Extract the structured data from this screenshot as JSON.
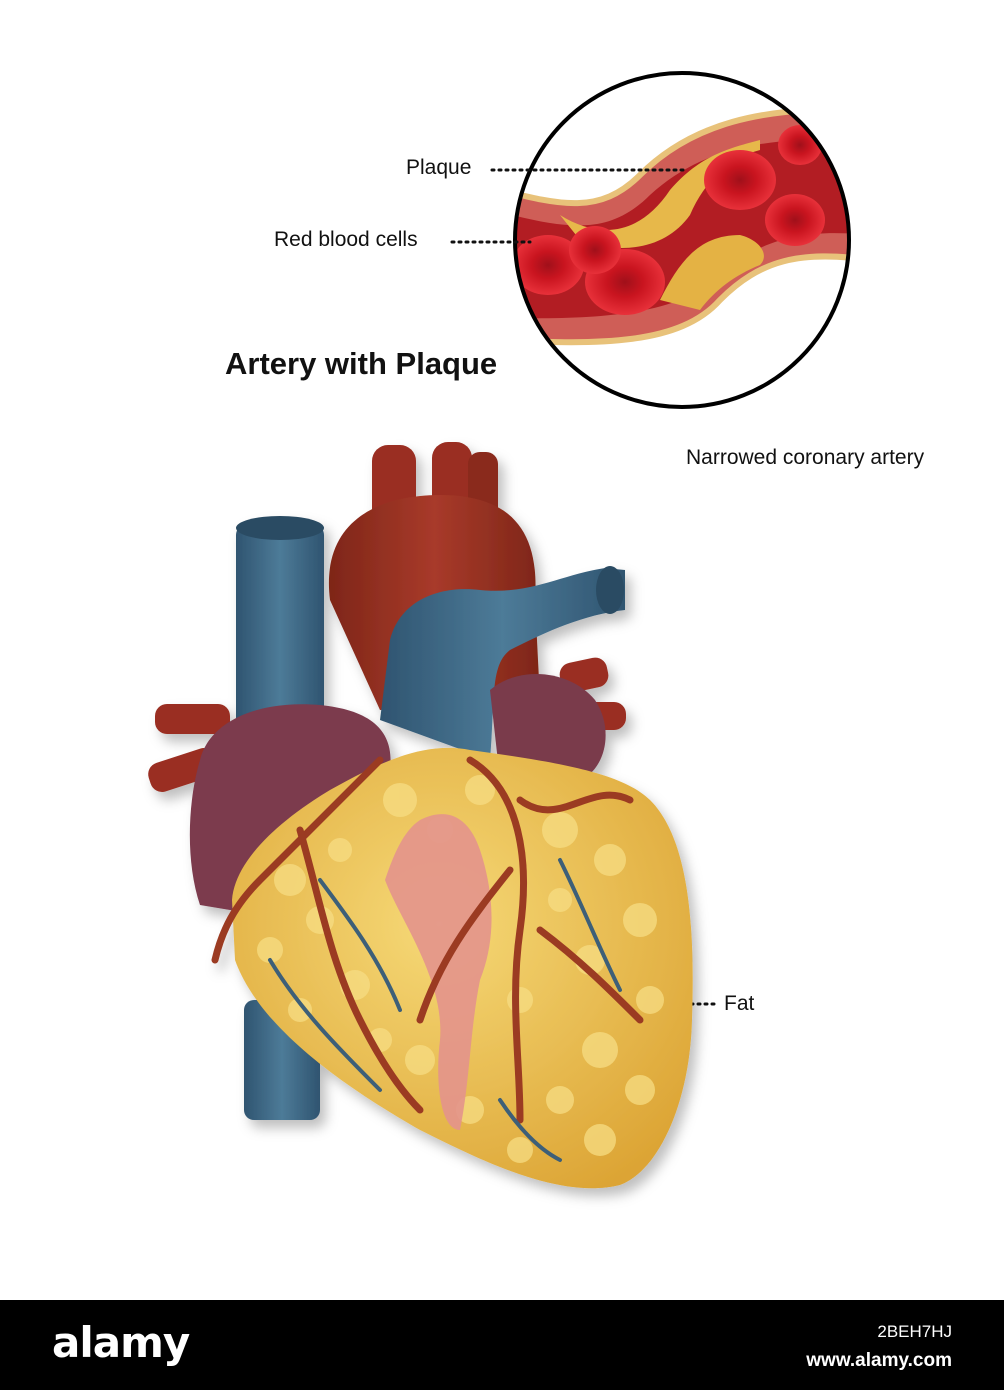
{
  "diagram": {
    "title": "Artery with Plaque",
    "labels": {
      "plaque": "Plaque",
      "red_blood_cells": "Red blood cells",
      "narrowed_artery": "Narrowed coronary artery",
      "fat": "Fat"
    }
  },
  "footer": {
    "logo": "alamy",
    "image_id": "2BEH7HJ",
    "site": "www.alamy.com"
  },
  "colors": {
    "artery_wall": "#c8524e",
    "plaque": "#e9b94a",
    "blood_cell": "#d81e2a",
    "vein_blue": "#3f6a86",
    "aorta_red": "#9c3123",
    "atrium_purple": "#7b3a4d",
    "fat_yellow": "#e8b43c",
    "coronary_vessel": "#9b3a22",
    "bar_black": "#000000"
  }
}
